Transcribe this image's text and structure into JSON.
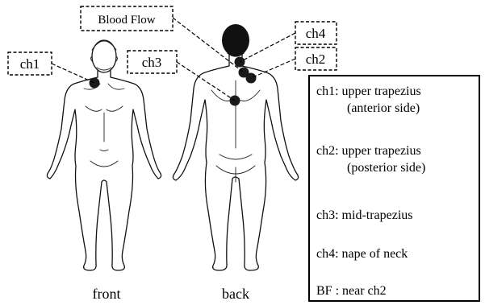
{
  "labels": {
    "ch1": "ch1",
    "ch3": "ch3",
    "ch4": "ch4",
    "ch2": "ch2",
    "blood_flow": "Blood Flow"
  },
  "captions": {
    "front": "front",
    "back": "back"
  },
  "legend": {
    "items": [
      {
        "line1": "ch1: upper trapezius",
        "line2": "(anterior side)"
      },
      {
        "line1": "ch2: upper trapezius",
        "line2": "(posterior side)"
      },
      {
        "line1": "ch3: mid-trapezius",
        "line2": ""
      },
      {
        "line1": "ch4: nape of neck",
        "line2": ""
      },
      {
        "line1": "BF : near ch2",
        "line2": ""
      }
    ]
  },
  "colors": {
    "marker": "#1a1a1a",
    "hair": "#111111",
    "outline": "#111111"
  }
}
